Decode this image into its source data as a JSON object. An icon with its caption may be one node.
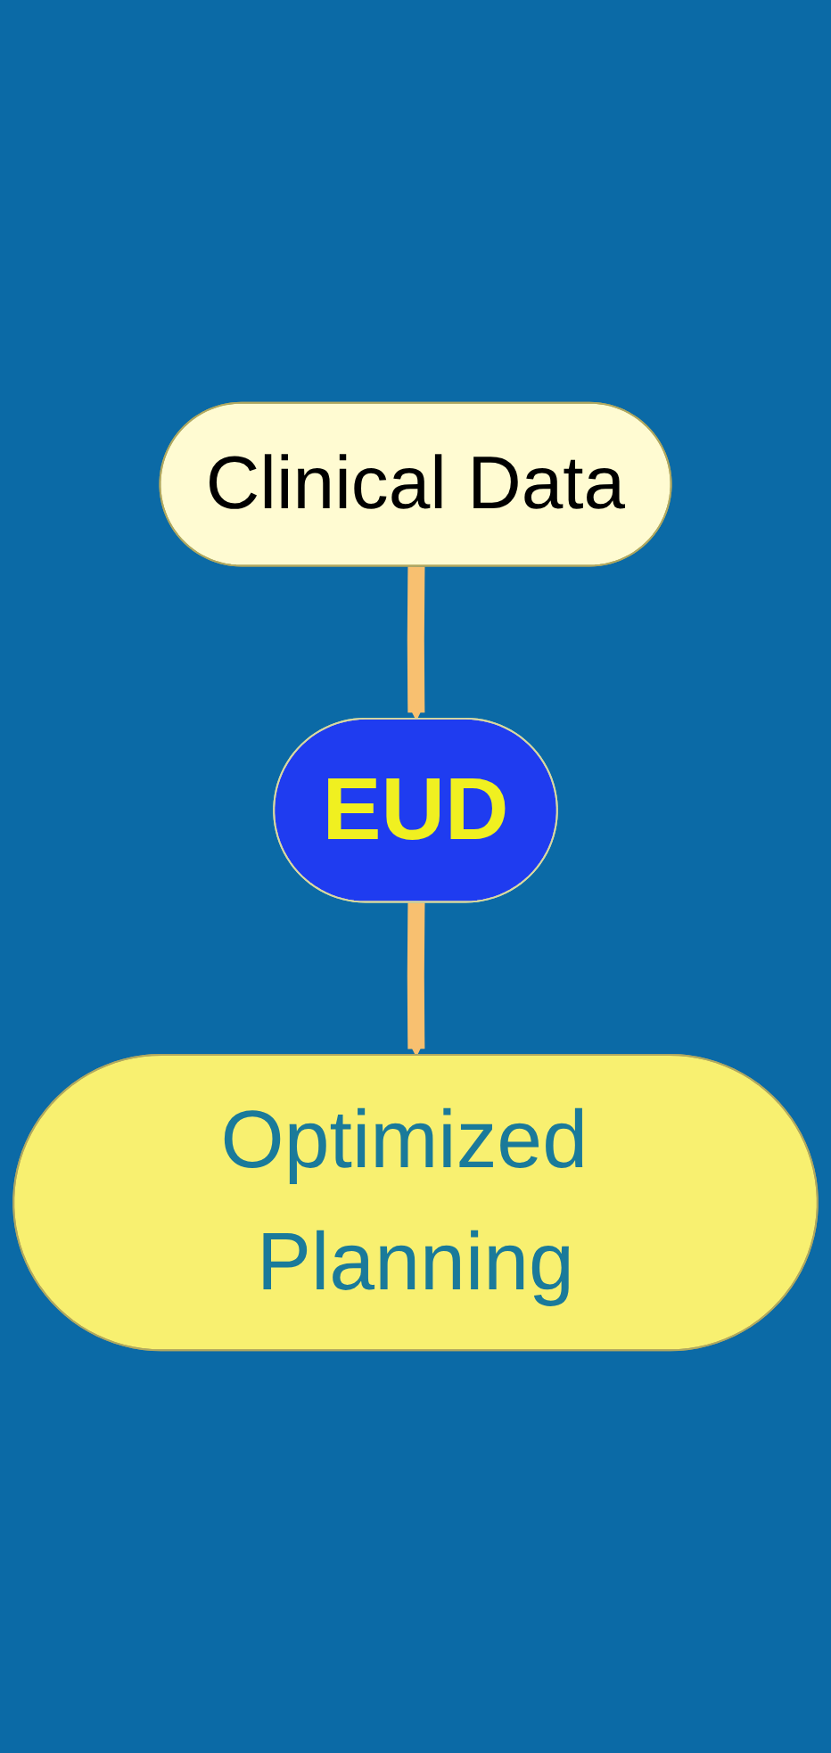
{
  "diagram": {
    "nodes": [
      {
        "text": [
          "Clinical Data"
        ]
      },
      {
        "text": [
          "EUD"
        ]
      },
      {
        "text": [
          "Optimized Planning"
        ]
      }
    ],
    "edges": [
      {
        "from": 0,
        "to": 1,
        "arrow": "to"
      },
      {
        "from": 1,
        "to": 2,
        "arrow": "to"
      }
    ]
  }
}
